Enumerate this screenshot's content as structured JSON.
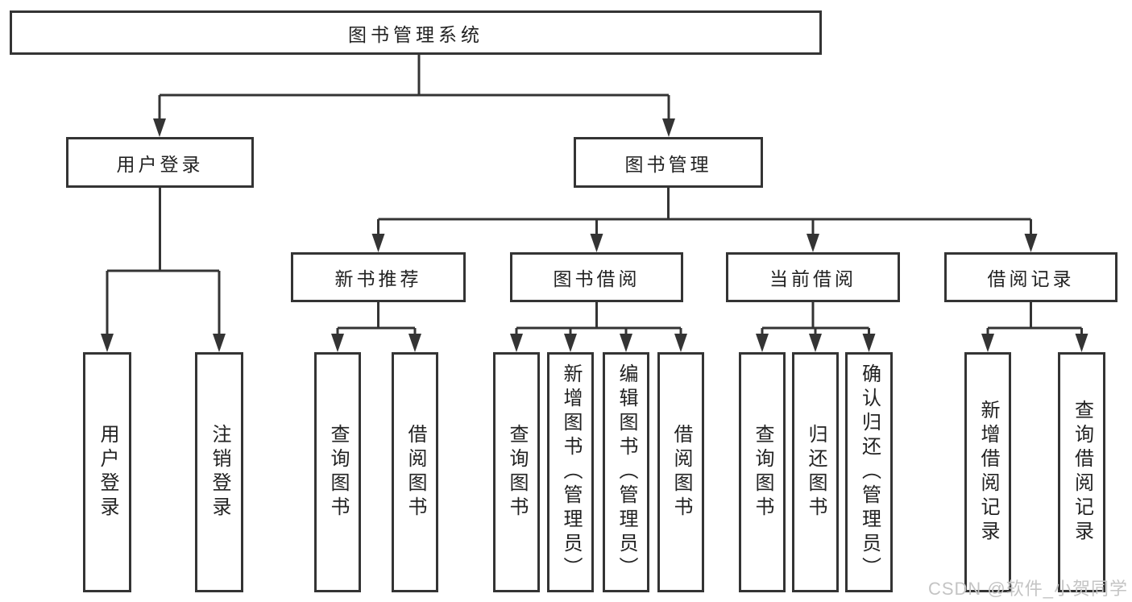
{
  "colors": {
    "line": "#343434",
    "text": "#222222",
    "background": "#ffffff",
    "watermark": "#c4c4c4"
  },
  "watermark": {
    "text": "CSDN @软件_小贺同学"
  },
  "tree": {
    "label": "图书管理系统",
    "children": [
      {
        "label": "用户登录",
        "children": [
          {
            "label": "用户登录"
          },
          {
            "label": "注销登录"
          }
        ]
      },
      {
        "label": "图书管理",
        "children": [
          {
            "label": "新书推荐",
            "children": [
              {
                "label": "查询图书"
              },
              {
                "label": "借阅图书"
              }
            ]
          },
          {
            "label": "图书借阅",
            "children": [
              {
                "label": "查询图书"
              },
              {
                "label": "新增图书（管理员）"
              },
              {
                "label": "编辑图书（管理员）"
              },
              {
                "label": "借阅图书"
              }
            ]
          },
          {
            "label": "当前借阅",
            "children": [
              {
                "label": "查询图书"
              },
              {
                "label": "归还图书"
              },
              {
                "label": "确认归还（管理员）"
              }
            ]
          },
          {
            "label": "借阅记录",
            "children": [
              {
                "label": "新增借阅记录"
              },
              {
                "label": "查询借阅记录"
              }
            ]
          }
        ]
      }
    ]
  }
}
